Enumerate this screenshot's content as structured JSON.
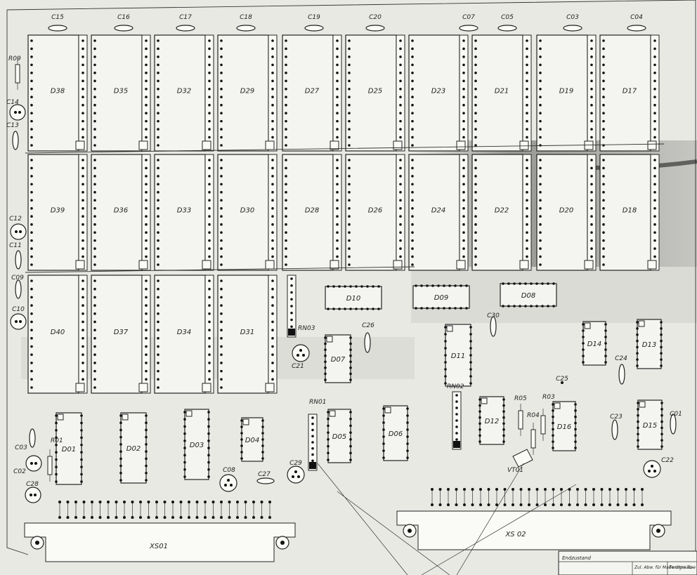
{
  "board": {
    "background": "#e9e9e4",
    "ink": "#222222",
    "shade": "#5a5a5a"
  },
  "memory_row1": [
    "D38",
    "D35",
    "D32",
    "D29",
    "D27",
    "D25",
    "D23",
    "D21",
    "D19",
    "D17"
  ],
  "memory_row2": [
    "D39",
    "D36",
    "D33",
    "D30",
    "D28",
    "D26",
    "D24",
    "D22",
    "D20",
    "D18"
  ],
  "memory_row3": [
    "D40",
    "D37",
    "D34",
    "D31"
  ],
  "logic_ics": [
    "D10",
    "D09",
    "D08",
    "D07",
    "D11",
    "D14",
    "D13",
    "D01",
    "D02",
    "D03",
    "D04",
    "D05",
    "D06",
    "D12",
    "D16",
    "D15"
  ],
  "top_caps": [
    "C15",
    "C16",
    "C17",
    "C18",
    "C19",
    "C20",
    "C07",
    "C05",
    "C03",
    "C04"
  ],
  "side_caps": [
    "C14",
    "C13",
    "C12",
    "C11",
    "C09",
    "C10",
    "C03",
    "C02",
    "C28"
  ],
  "misc_caps": [
    "C26",
    "C21",
    "C30",
    "C24",
    "C25",
    "C23",
    "C01",
    "C22",
    "C08",
    "C27",
    "C29"
  ],
  "resistors": [
    "R09",
    "R01",
    "R05",
    "R04",
    "R03"
  ],
  "networks": [
    "RN03",
    "RN01",
    "RN02"
  ],
  "transistor": "VT01",
  "connectors": [
    "XS01",
    "XS 02"
  ],
  "title_block": {
    "state": "Endzustand",
    "tolerance": "Zul. Abw. für Maße ohne To-",
    "finish": "Fertigmasse kg"
  }
}
